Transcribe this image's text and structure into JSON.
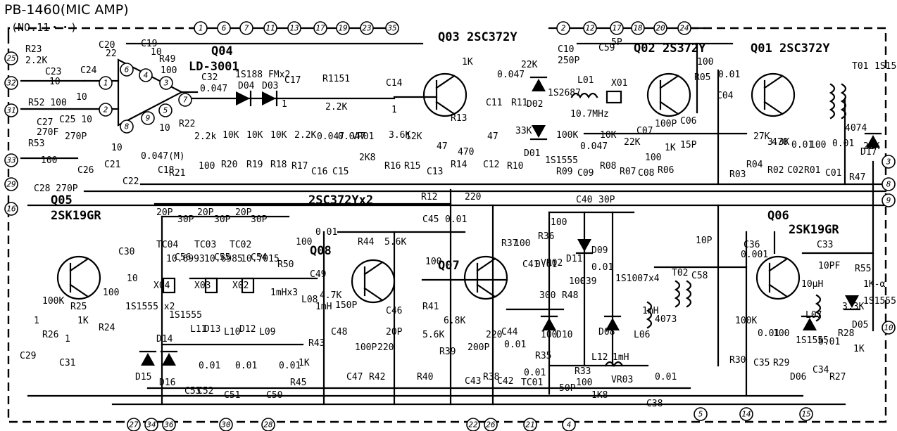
{
  "title": "PB-1460(MIC AMP)",
  "subtitle": "(NO.11・・)",
  "top_pins": [
    "1",
    "6",
    "7",
    "11",
    "13",
    "17",
    "19",
    "23",
    "35"
  ],
  "top_pins_right": [
    "2",
    "12",
    "17",
    "18",
    "20",
    "24"
  ],
  "left_pins": [
    "25",
    "32",
    "31",
    "33",
    "29",
    "16"
  ],
  "inner_pins": [
    "1",
    "2",
    "3",
    "4",
    "5",
    "6",
    "7",
    "8",
    "9"
  ],
  "right_pins": [
    "3",
    "8",
    "9",
    "10"
  ],
  "bottom_pins": [
    "27",
    "34",
    "36",
    "30",
    "28",
    "22",
    "26",
    "21",
    "4",
    "5",
    "14",
    "15"
  ],
  "transistors": [
    {
      "name": "Q04",
      "type": "LD-3001"
    },
    {
      "name": "Q03",
      "type": "2SC372Y"
    },
    {
      "name": "Q02",
      "type": "2S372Y"
    },
    {
      "name": "Q01",
      "type": "2SC372Y"
    },
    {
      "name": "Q05",
      "type": "2SK19GR"
    },
    {
      "name": "Q08",
      "type": ""
    },
    {
      "name": "Q07",
      "type": ""
    },
    {
      "name": "Q06",
      "type": "2SK19GR"
    }
  ],
  "group_label": "2SC372Yx2",
  "labels": {
    "r23": "R23",
    "r23v": "2.2K",
    "c23": "C23",
    "c23v": "10",
    "c24": "C24",
    "c24v": "10",
    "r52": "R52 100",
    "c25": "C25 10",
    "c27": "C27",
    "c27v": "270F",
    "r53": "R53",
    "r53v": "100",
    "c26": "C26",
    "c26v": "270P",
    "c28": "C28 270P",
    "c20": "C20",
    "c20v": "22",
    "c19": "C19",
    "c19v": "10",
    "r49": "R49",
    "r49v": "100",
    "c21": "C21",
    "c21v": "10",
    "c22": "C22",
    "c22v": "0.047(M)",
    "c18": "C18",
    "c18v": "10",
    "r22": "R22",
    "r22v": "2.2k",
    "r21": "R21",
    "r21v": "100",
    "c32": "C32",
    "c32v": "0.047",
    "d04": "D04",
    "d03": "D03",
    "diodes": "1S188 FMx2",
    "c17": "C17",
    "c17v": "1",
    "r1151": "R1151",
    "r1151v": "2.2K",
    "r20": "R20",
    "r20v": "10K",
    "r19": "R19",
    "r19v": "10K",
    "r18": "R18",
    "r18v": "10K",
    "r17": "R17",
    "r17v": "2.2K",
    "c16": "C16",
    "c16v": "0.047",
    "c15": "C15",
    "c15v": "0.047",
    "vr01": "VR01",
    "vr01v": "2K8",
    "c14": "C14",
    "c14v": "1",
    "r16": "R16",
    "r16v": "3.6K",
    "r15": "R15",
    "r15v": "12K",
    "c13": "C13",
    "c13v": "47",
    "r14": "R14",
    "r14v": "470",
    "r13": "R13",
    "r13v": "1K",
    "c11": "C11",
    "c11v": "0.047",
    "r11": "R11",
    "r11v": "22K",
    "c12": "C12",
    "c12v": "47",
    "r10": "R10",
    "r10v": "33K",
    "d01": "D01",
    "d02": "D02",
    "d02t": "1S2687",
    "d0xt": "1S1555",
    "c10": "C10",
    "c10v": "250P",
    "l01": "L01",
    "c59": "C59",
    "c59v": "5P",
    "x01": "X01",
    "x01v": "10.7MHz",
    "r09": "R09",
    "r09v": "100K",
    "c09": "C09",
    "c09v": "0.047",
    "r08": "R08",
    "r08v": "10K",
    "r07": "R07",
    "r07v": "22K",
    "c08": "C08",
    "c08v": "100",
    "r06": "R06",
    "r06v": "1K",
    "c07": "C07",
    "c07v": "100P",
    "c06": "C06",
    "c06v": "15P",
    "r05": "R05",
    "r05v": "100",
    "c04": "C04",
    "c04v": "0.01",
    "t01": "T01",
    "t01v": "4074",
    "d17": "D17",
    "d17t": "1S1555",
    "r03": "R03",
    "r03v": "27K",
    "r04": "R04",
    "r04v": "3.3K",
    "r02": "R02",
    "r02v": "470",
    "c02": "C02",
    "c02v": "0.01",
    "r01": "R01",
    "r01v": "100",
    "c01": "C01",
    "c01v": "0.01",
    "r47": "R47",
    "r47v": "22K",
    "r12": "R12",
    "r12v": "220",
    "tc04": "TC04",
    "tc03": "TC03",
    "tc02": "TC02",
    "c56": "C56",
    "c55": "C55",
    "c54": "C54",
    "cval20": "20P",
    "cval30": "30P",
    "x04": "X04",
    "x04v": "10.6993",
    "x03": "X03",
    "x03v": "10.6985",
    "x02": "X02",
    "x02v": "10.7015",
    "d13": "D13",
    "d12": "D12",
    "d14": "D14",
    "dt": "1S1555",
    "l11": "L11",
    "l10": "L10",
    "l09": "L09",
    "l08": "L08",
    "lv": "1mHx3",
    "l08v": "1mH",
    "r50": "R50",
    "r50v": "100",
    "c49": "C49",
    "c49v": "0.01",
    "r43": "R43",
    "r43v": "4.7K",
    "c48": "C48",
    "c48v": "150P",
    "r44": "R44",
    "r44v": "5.6K",
    "c45": "C45",
    "c45v": "0.01",
    "c46": "C46",
    "c46v": "20P",
    "r41": "R41",
    "r41v": "100",
    "c47": "C47",
    "c47v": "100P",
    "r42": "R42",
    "r42v": "220",
    "r40": "R40",
    "r40v": "5.6K",
    "r39": "R39",
    "r39v": "6.8K",
    "c43": "C43",
    "c43v": "200P",
    "r38": "R38",
    "r38v": "220",
    "r37": "R37",
    "r37v": "100",
    "c41": "C41",
    "c41v": "0.01",
    "c44": "C44",
    "c44v": "0.01",
    "c42": "C42",
    "c42v": "0.01",
    "c53": "C53",
    "c52": "C52",
    "c51": "C51",
    "c50": "C50",
    "c5xv": "0.01",
    "r45": "R45",
    "r45v": "1K",
    "d15": "D15",
    "d16": "D16",
    "r36": "R36",
    "r36v": "100",
    "d11": "D11",
    "d09": "D09",
    "c39": "C39",
    "c39v": "0.01",
    "dx4": "1S1007x4",
    "c40": "C40",
    "c40v": "30P",
    "vr02": "VR02",
    "vr02v": "300",
    "r48": "R48",
    "r48v": "100",
    "d10": "D10",
    "d08": "D08",
    "r35": "R35",
    "r35v": "100",
    "tc01": "TC01",
    "tc01v": "50P",
    "l06": "L06",
    "l06v": "1mH",
    "l12": "L12",
    "l12v": "1mH",
    "r33": "R33",
    "r33v": "100",
    "vr03": "VR03",
    "vr03v": "1K8",
    "c38": "C38",
    "c38v": "0.01",
    "t02": "T02",
    "t02v": "4073",
    "c58": "C58",
    "c58v": "10P",
    "c36": "C36",
    "c36v": "0.001",
    "c33": "C33",
    "c33v": "10PF",
    "l07": "L07",
    "l07v": "10µH",
    "d06": "D06",
    "d06t": "1S1555",
    "r55": "R55",
    "r55v": "1K-α",
    "r28": "R28",
    "r28v": "3.3K",
    "d05": "D05",
    "d05t": "1S1555",
    "r30": "R30",
    "r30v": "100K",
    "c35": "C35",
    "c35v": "0.01",
    "r29": "R29",
    "r29v": "100",
    "c34": "C34",
    "c34v": "0.01",
    "r27": "R27",
    "r27v": "1K",
    "c30": "C30",
    "c30v": "10",
    "c29": "C29",
    "c29v": "1",
    "r26": "R26",
    "r26v": "100K",
    "r25": "R25",
    "r25v": "1K",
    "c31": "C31",
    "c31v": "1",
    "r24": "R24",
    "r24v": "100",
    "d1516": "1S1555 x2"
  }
}
